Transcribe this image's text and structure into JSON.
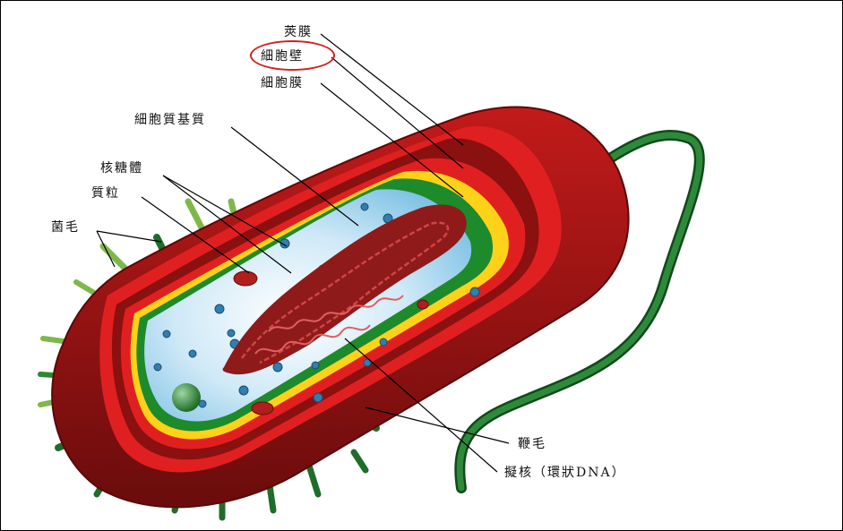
{
  "labels": {
    "capsule": "莢膜",
    "cell_wall": "細胞壁",
    "cell_membrane": "細胞膜",
    "cytoplasm": "細胞質基質",
    "ribosome": "核糖體",
    "granule": "質粒",
    "pili": "菌毛",
    "flagellum": "鞭毛",
    "nucleoid": "擬核（環狀DNA）"
  },
  "colors": {
    "capsule": "#a31515",
    "capsule_dark": "#6e0c0c",
    "cell_wall": "#ffd21a",
    "cell_membrane": "#1d8a2c",
    "cytoplasm": "#bfe3f4",
    "dna": "#8f1a1a",
    "flagellum": "#1e6b2b",
    "pili": "#2e8a2e",
    "highlight_ring": "#d22020"
  }
}
